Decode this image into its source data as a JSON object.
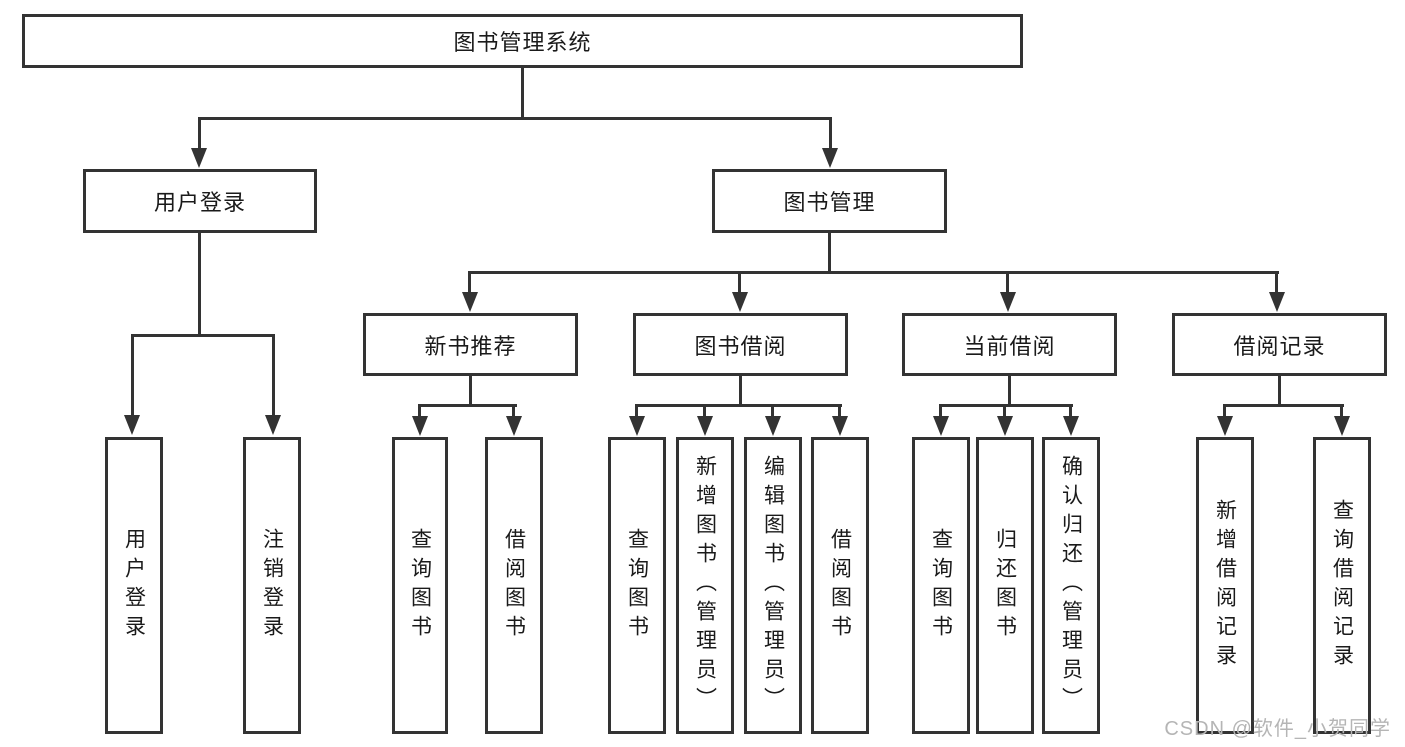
{
  "tree": {
    "root": {
      "label": "图书管理系统"
    },
    "branches": [
      {
        "label": "用户登录",
        "children": [
          {
            "label": "用户登录"
          },
          {
            "label": "注销登录"
          }
        ]
      },
      {
        "label": "图书管理",
        "children": [
          {
            "label": "新书推荐",
            "children": [
              {
                "label": "查询图书"
              },
              {
                "label": "借阅图书"
              }
            ]
          },
          {
            "label": "图书借阅",
            "children": [
              {
                "label": "查询图书"
              },
              {
                "label": "新增图书（管理员）"
              },
              {
                "label": "编辑图书（管理员）"
              },
              {
                "label": "借阅图书"
              }
            ]
          },
          {
            "label": "当前借阅",
            "children": [
              {
                "label": "查询图书"
              },
              {
                "label": "归还图书"
              },
              {
                "label": "确认归还（管理员）"
              }
            ]
          },
          {
            "label": "借阅记录",
            "children": [
              {
                "label": "新增借阅记录"
              },
              {
                "label": "查询借阅记录"
              }
            ]
          }
        ]
      }
    ]
  },
  "watermark": {
    "text": "CSDN @软件_小贺同学"
  },
  "colors": {
    "line": "#333333",
    "box_border": "#333333",
    "text": "#1a1a1a",
    "watermark": "#b5b5b5",
    "background": "#ffffff"
  }
}
